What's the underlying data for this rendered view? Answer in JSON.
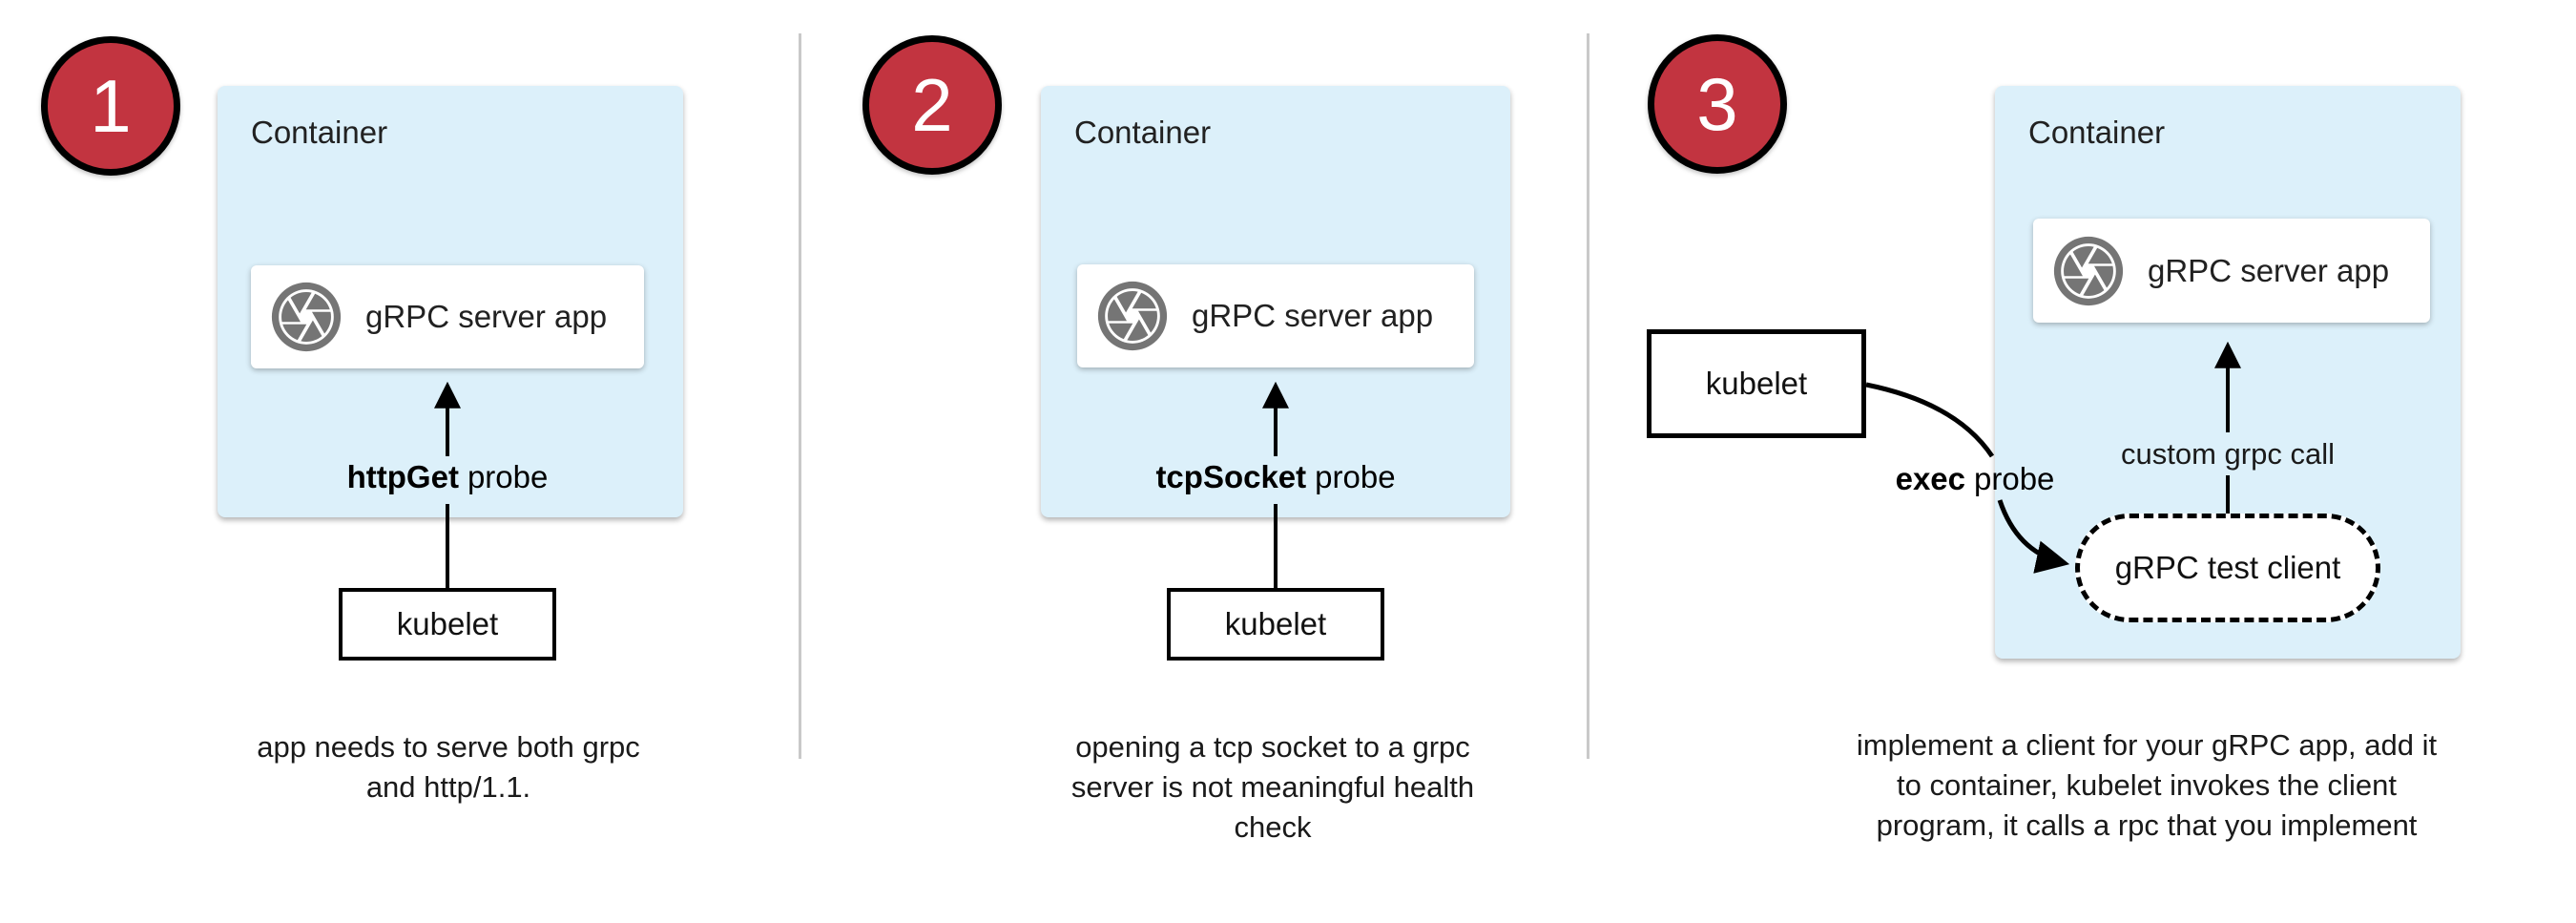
{
  "colors": {
    "page_bg": "#ffffff",
    "container_fill": "#dcf0fa",
    "badge_fill": "#c23440",
    "badge_number": "#ffffff",
    "icon_gray": "#757575",
    "divider": "#c9c9c9",
    "line_black": "#000000",
    "text_dark": "#1c1c1c"
  },
  "panels": [
    {
      "number": "1",
      "container_label": "Container",
      "app_label": "gRPC server app",
      "probe": {
        "bold": "httpGet",
        "rest": "probe"
      },
      "kubelet_label": "kubelet",
      "caption_lines": [
        "app needs to serve both grpc",
        "and http/1.1."
      ]
    },
    {
      "number": "2",
      "container_label": "Container",
      "app_label": "gRPC server app",
      "probe": {
        "bold": "tcpSocket",
        "rest": "probe"
      },
      "kubelet_label": "kubelet",
      "caption_lines": [
        "opening a tcp socket to a grpc",
        "server is not meaningful health",
        "check"
      ]
    },
    {
      "number": "3",
      "container_label": "Container",
      "app_label": "gRPC server app",
      "probe": {
        "bold": "exec",
        "rest": "probe"
      },
      "kubelet_label": "kubelet",
      "grpc_call_label": "custom grpc call",
      "test_client_label": "gRPC test client",
      "caption_lines": [
        "implement a client for your gRPC app, add it",
        "to container, kubelet invokes the client",
        "program, it calls a rpc that you implement"
      ]
    }
  ]
}
